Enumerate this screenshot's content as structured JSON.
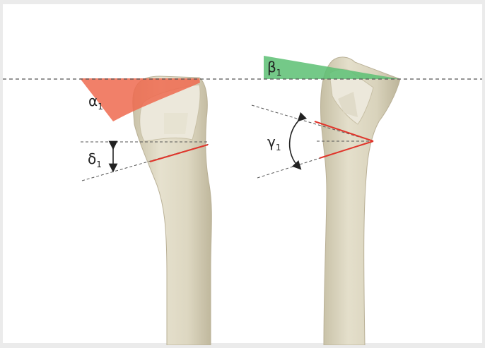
{
  "labels": {
    "alpha": {
      "letter": "α",
      "sub": "1"
    },
    "beta": {
      "letter": "β",
      "sub": "1"
    },
    "gamma": {
      "letter": "γ",
      "sub": "1"
    },
    "delta": {
      "letter": "δ",
      "sub": "1"
    }
  },
  "colors": {
    "background": "#ebebeb",
    "panel": "#ffffff",
    "alpha_wedge": "#ef6a4f",
    "beta_wedge": "#5cbf73",
    "red_line": "#e0352b",
    "dashed_line": "#555555",
    "bone_fill": "#ddd8c4",
    "bone_shadow": "#c9c2a8",
    "bone_outline": "#b9b096"
  }
}
